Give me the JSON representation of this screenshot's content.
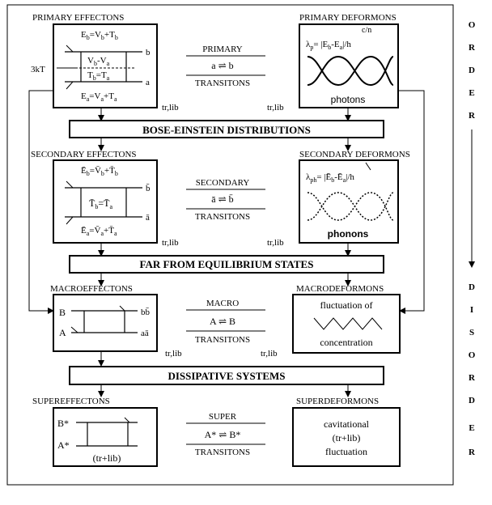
{
  "primary": {
    "left_title": "PRIMARY EFFECTONS",
    "right_title": "PRIMARY DEFORMONS",
    "eb": "E",
    "eb_sub": "b",
    "eb_eq": "=V",
    "eb_eq_sub": "b",
    "eb_plus": "+T",
    "eb_plus_sub": "b",
    "vbva": "V",
    "vbva_sub1": "b",
    "vbva_mid": "-V",
    "vbva_sub2": "a",
    "tbta": "T",
    "tbta_sub1": "b",
    "tbta_mid": "=T",
    "tbta_sub2": "a",
    "ea": "E",
    "ea_sub": "a",
    "ea_eq": "=V",
    "ea_eq_sub": "a",
    "ea_plus": "+T",
    "ea_plus_sub": "a",
    "kt": "3kT",
    "level_b": "b",
    "level_a": "a",
    "trlib": "tr,lib",
    "trans_top": "PRIMARY",
    "trans_mid": "a ⇌ b",
    "trans_bot": "TRANSITONS",
    "cn": "c/n",
    "lambda": "λ",
    "lambda_sub": "p",
    "formula": "= |E",
    "formula_sub1": "b",
    "formula_mid": "-E",
    "formula_sub2": "a",
    "formula_end": "|/h",
    "photons": "photons",
    "trlib_right": "tr,lib"
  },
  "bose": "BOSE-EINSTEIN DISTRIBUTIONS",
  "secondary": {
    "left_title": "SECONDARY EFFECTONS",
    "right_title": "SECONDARY DEFORMONS",
    "eb": "Ē",
    "eb_sub": "b",
    "eb_eq": "=V̄",
    "eb_eq_sub": "b",
    "eb_plus": "+T̄",
    "eb_plus_sub": "b",
    "tbta": "T̄",
    "tbta_sub1": "b",
    "tbta_mid": "=T̄",
    "tbta_sub2": "a",
    "ea": "Ē",
    "ea_sub": "a",
    "ea_eq": "=V̄",
    "ea_eq_sub": "a",
    "ea_plus": "+T̄",
    "ea_plus_sub": "a",
    "level_b": "b̄",
    "level_a": "ā",
    "trlib": "tr,lib",
    "trans_top": "SECONDARY",
    "trans_mid": "ā ⇌ b̄",
    "trans_bot": "TRANSITONS",
    "lambda": "λ",
    "lambda_sub": "ph",
    "formula": "= |Ē",
    "formula_sub1": "b",
    "formula_mid": "-Ē",
    "formula_sub2": "a",
    "formula_end": "|/h",
    "phonons": "phonons",
    "trlib_right": "tr,lib"
  },
  "far": "FAR FROM EQUILIBRIUM STATES",
  "macro": {
    "left_title": "MACROEFFECTONS",
    "right_title": "MACRODEFORMONS",
    "level_B": "B",
    "level_A": "A",
    "bb": "bb̄",
    "aa": "aā",
    "trlib": "tr,lib",
    "trans_top": "MACRO",
    "trans_mid": "A ⇌ B",
    "trans_bot": "TRANSITONS",
    "fluct1": "fluctuation of",
    "fluct2": "concentration",
    "trlib_right": "tr,lib"
  },
  "dissipative": "DISSIPATIVE SYSTEMS",
  "super": {
    "left_title": "SUPEREFFECTONS",
    "right_title": "SUPERDEFORMONS",
    "level_B": "B*",
    "level_A": "A*",
    "trlib": "(tr+lib)",
    "trans_top": "SUPER",
    "trans_mid": "A* ⇌ B*",
    "trans_bot": "TRANSITONS",
    "cav1": "cavitational",
    "cav2": "(tr+lib)",
    "cav3": "fluctuation"
  },
  "order_letters": [
    "O",
    "R",
    "D",
    "E",
    "R"
  ],
  "disorder_letters": [
    "D",
    "I",
    "S",
    "O",
    "R",
    "D",
    "E",
    "R"
  ]
}
